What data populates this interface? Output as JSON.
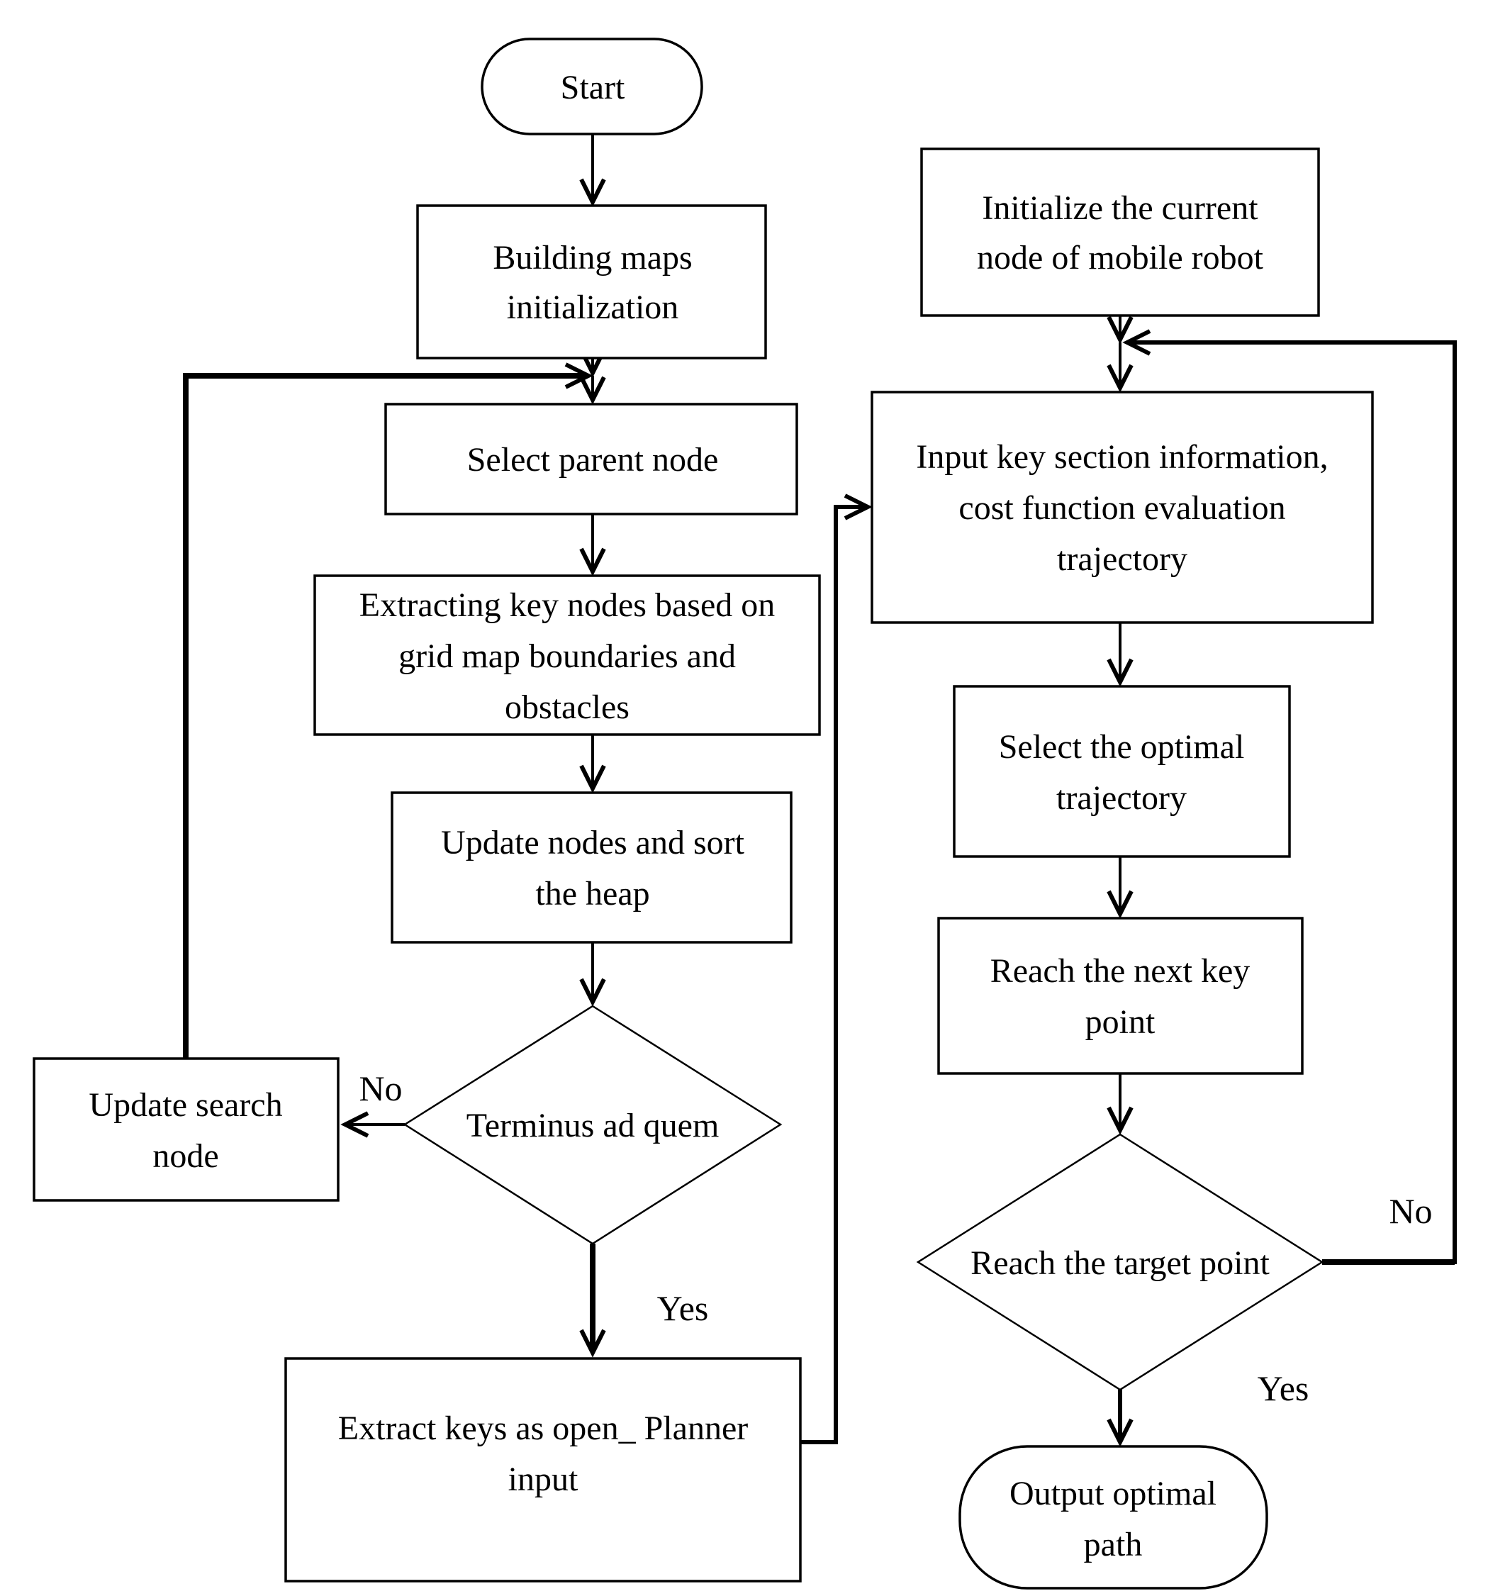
{
  "page": {
    "background": "#ffffff",
    "line_color": "#000000",
    "text_color": "#000000"
  },
  "nodes": {
    "start": {
      "shape": "terminator",
      "lines": [
        "Start"
      ]
    },
    "building_maps": {
      "shape": "process",
      "lines": [
        "Building maps",
        "initialization"
      ]
    },
    "select_parent": {
      "shape": "process",
      "lines": [
        "Select parent node"
      ]
    },
    "extract_key_nodes": {
      "shape": "process",
      "lines": [
        "Extracting key nodes based on",
        "grid map boundaries and",
        "obstacles"
      ]
    },
    "update_nodes": {
      "shape": "process",
      "lines": [
        "Update nodes and sort",
        "the heap"
      ]
    },
    "terminus_ad_quem": {
      "shape": "decision",
      "lines": [
        "Terminus ad quem"
      ]
    },
    "update_search": {
      "shape": "process",
      "lines": [
        "Update search",
        "node"
      ]
    },
    "extract_keys": {
      "shape": "process",
      "lines": [
        "Extract keys as open_ Planner",
        "input"
      ]
    },
    "initialize_current": {
      "shape": "process",
      "lines": [
        "Initialize the current",
        "node of mobile robot"
      ]
    },
    "input_key_section": {
      "shape": "process",
      "lines": [
        "Input key section information,",
        "cost function evaluation",
        "trajectory"
      ]
    },
    "select_optimal": {
      "shape": "process",
      "lines": [
        "Select the optimal",
        "trajectory"
      ]
    },
    "reach_next_key": {
      "shape": "process",
      "lines": [
        "Reach the next key",
        "point"
      ]
    },
    "reach_target": {
      "shape": "decision",
      "lines": [
        "Reach the target point"
      ]
    },
    "output_optimal": {
      "shape": "terminator",
      "lines": [
        "Output optimal",
        "path"
      ]
    }
  },
  "edge_labels": {
    "terminus_no": "No",
    "terminus_yes": "Yes",
    "target_no": "No",
    "target_yes": "Yes"
  }
}
